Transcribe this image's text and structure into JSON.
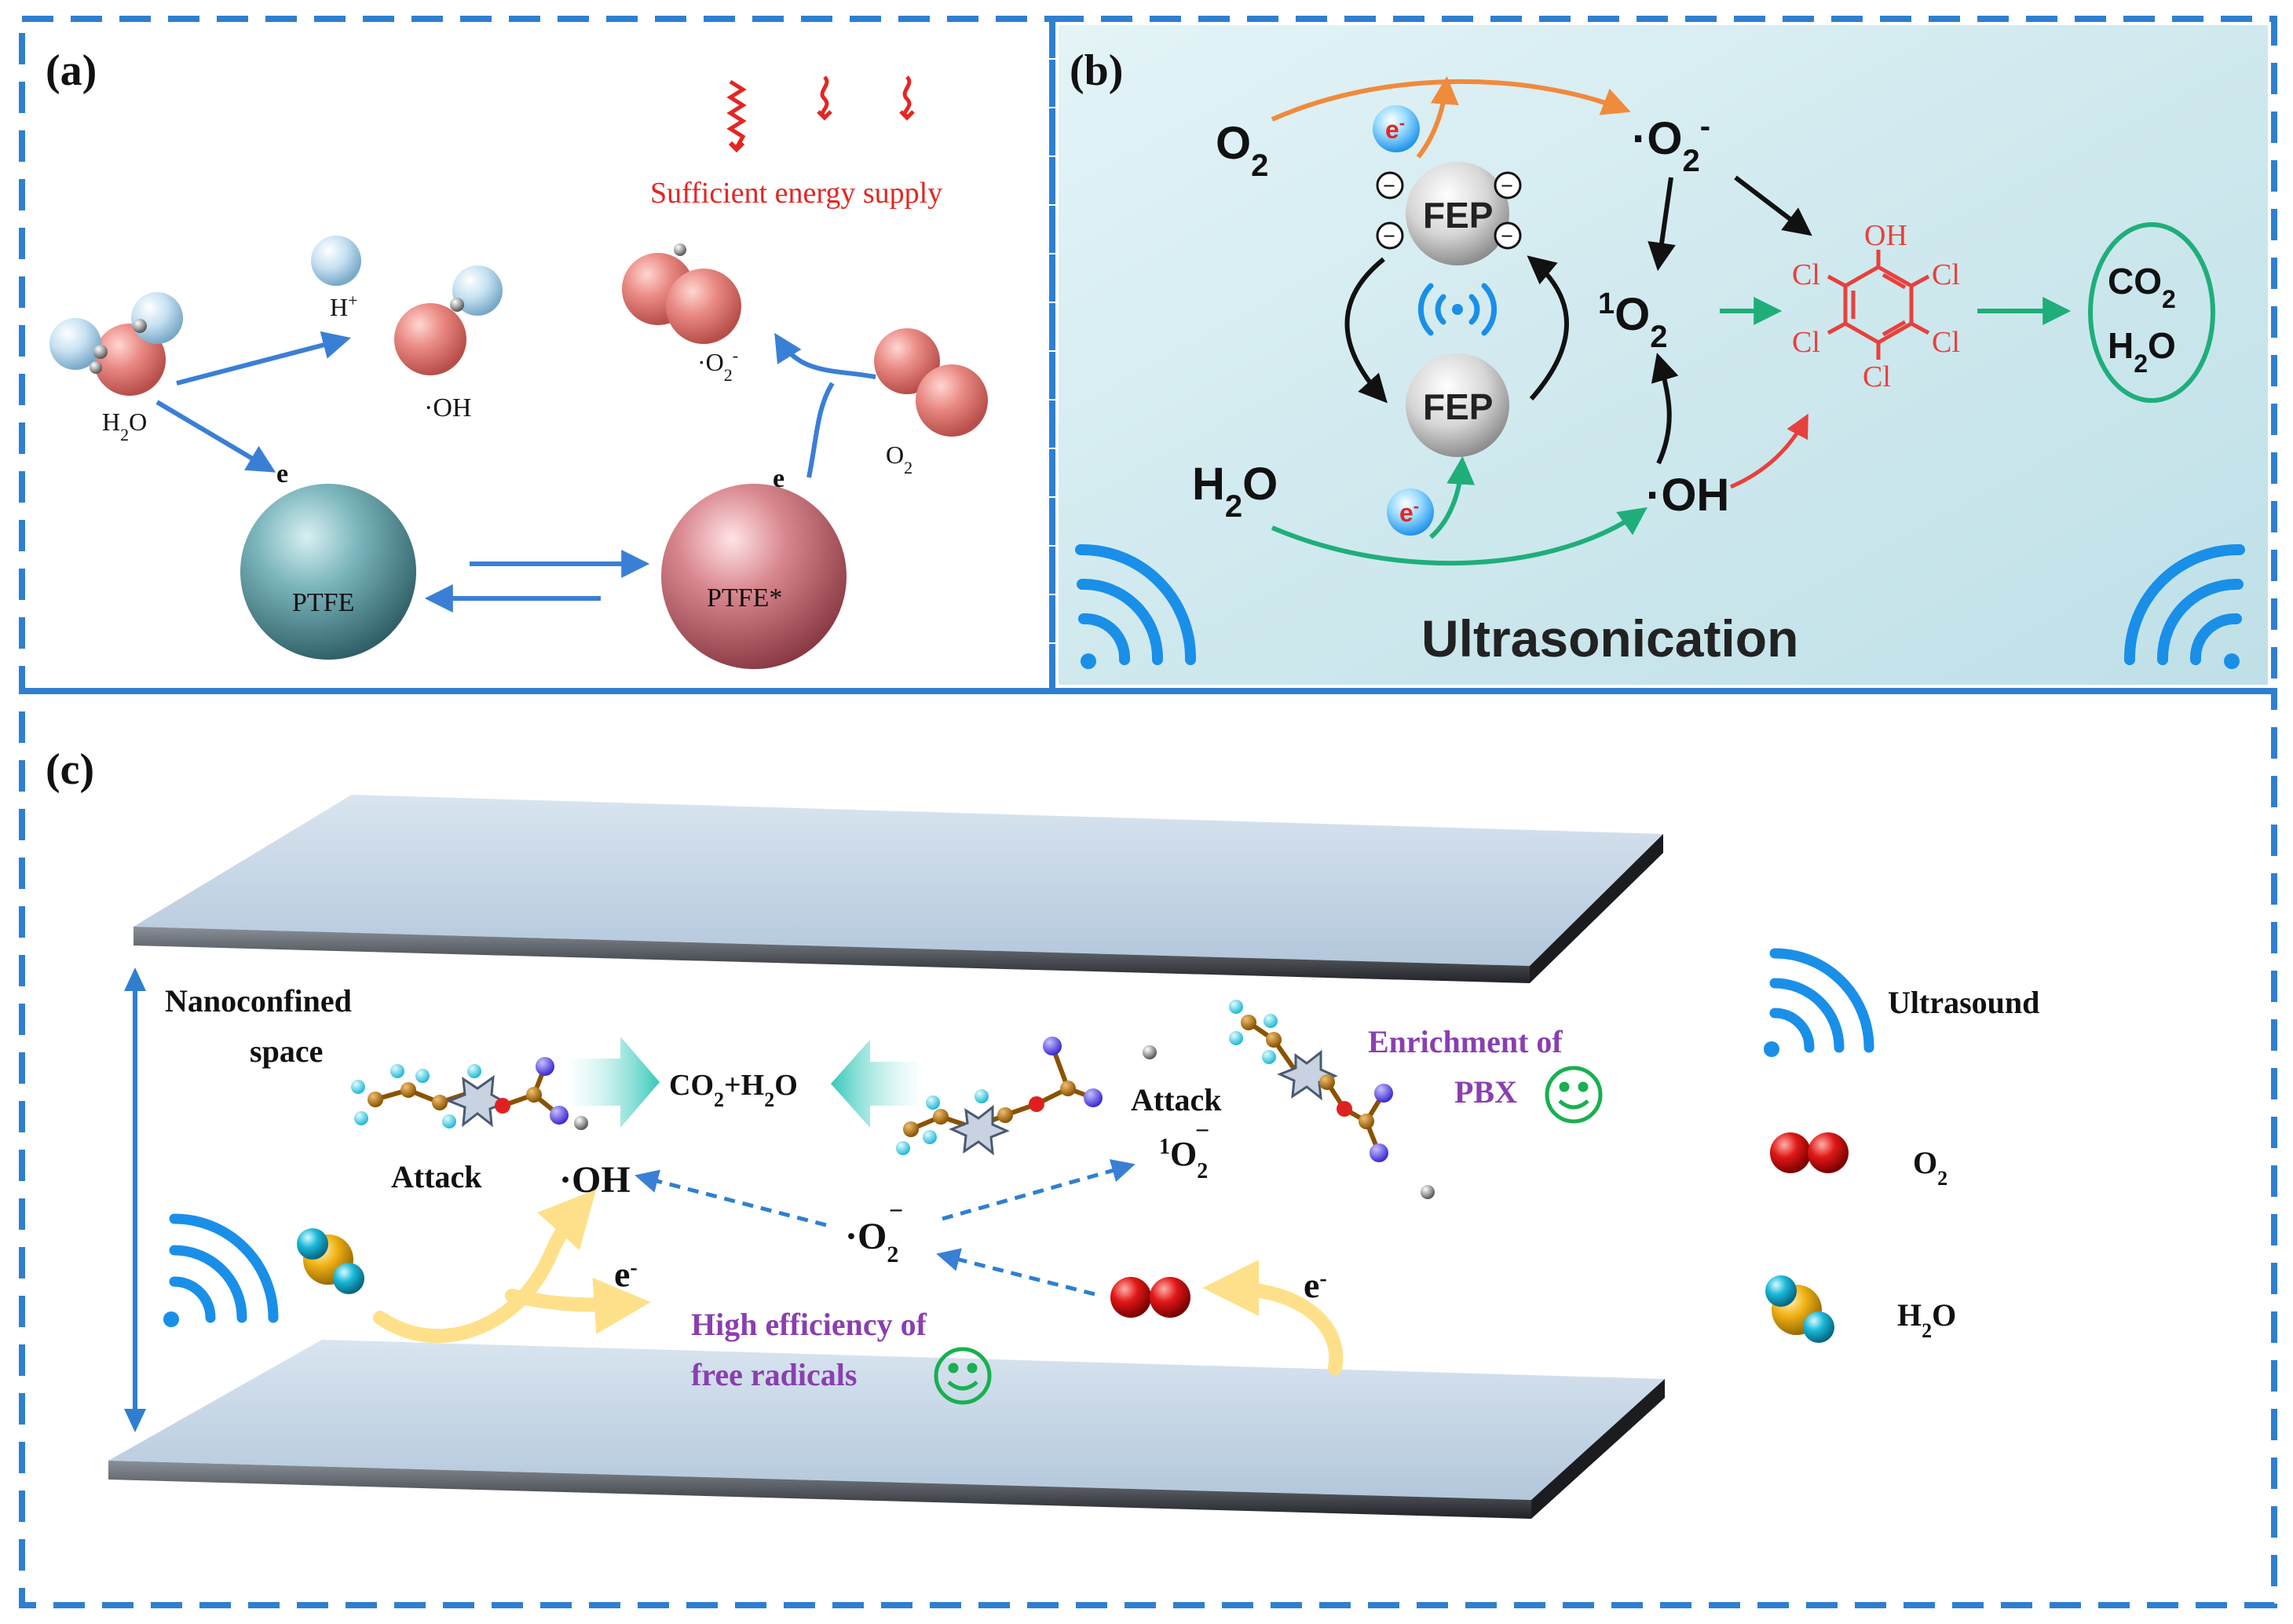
{
  "panel_a": {
    "label": "(a)",
    "energy_label": "Sufficient energy supply",
    "h_plus": "H",
    "h_plus_sup": "+",
    "oh": "·OH",
    "o2_radical_base": "·O",
    "o2_radical_sub": "2",
    "o2_radical_sup": "-",
    "h2o_base": "H",
    "h2o_sub": "2",
    "h2o_tail": "O",
    "o2_base": "O",
    "o2_sub": "2",
    "electron": "e",
    "ptfe": "PTFE",
    "ptfe_excited": "PTFE*"
  },
  "panel_b": {
    "label": "(b)",
    "o2_base": "O",
    "o2_sub": "2",
    "h2o_base": "H",
    "h2o_sub": "2",
    "h2o_tail": "O",
    "superoxide_base": "·O",
    "superoxide_sub": "2",
    "superoxide_sup": "-",
    "singlet_sup": "1",
    "singlet_base": "O",
    "singlet_sub": "2",
    "oh": "·OH",
    "fep": "FEP",
    "electron": "e",
    "electron_sup": "-",
    "minus": "−",
    "molecule_oh": "OH",
    "molecule_cl": "Cl",
    "products_co2_base": "CO",
    "products_co2_sub": "2",
    "products_h2o_base": "H",
    "products_h2o_sub": "2",
    "products_h2o_tail": "O",
    "ultrasonication": "Ultrasonication"
  },
  "panel_c": {
    "label": "(c)",
    "nanoconfined_line1": "Nanoconfined",
    "nanoconfined_line2": "space",
    "products_co2": "CO",
    "products_co2_sub": "2",
    "products_plus_h": "+H",
    "products_h2o_sub": "2",
    "products_o": "O",
    "attack_left": "Attack",
    "attack_right": "Attack",
    "oh": "·OH",
    "singlet_sup": "1",
    "singlet_base": "O",
    "singlet_sub": "2",
    "singlet_over": "−",
    "superoxide_base": "·O",
    "superoxide_sub": "2",
    "superoxide_over": "−",
    "electron_base": "e",
    "electron_sup": "-",
    "enrichment_line1": "Enrichment of",
    "enrichment_line2": "PBX",
    "efficiency_line1": "High efficiency of",
    "efficiency_line2": "free radicals",
    "legend": {
      "ultrasound": "Ultrasound",
      "o2_base": "O",
      "o2_sub": "2",
      "h2o_base": "H",
      "h2o_sub": "2",
      "h2o_tail": "O"
    }
  },
  "colors": {
    "frame_blue": "#2f7fd0",
    "arrow_blue": "#3a7fd6",
    "oxygen_pink": "#e8807a",
    "ptfe_teal": "#5e9ca4",
    "ptfe_excited": "#c8707a",
    "energy_red": "#e52521",
    "arrow_orange": "#f08a3c",
    "arrow_green": "#1fae7a",
    "chlorophenol_red": "#e8403c",
    "ultrasound_blue": "#1a8fe8",
    "purple_text": "#8a3fb0",
    "smiley_green": "#18b050",
    "yellow_arrow": "#ffe08a"
  }
}
